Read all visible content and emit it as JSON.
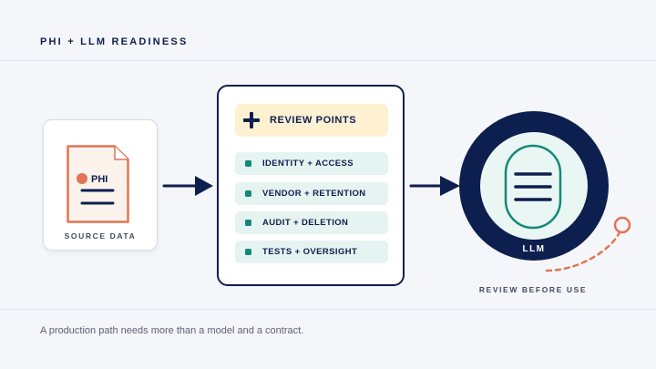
{
  "header": {
    "title": "PHI + LLM READINESS"
  },
  "source": {
    "document_badge": "PHI",
    "label": "SOURCE DATA",
    "icon": "document-icon"
  },
  "review": {
    "title": "REVIEW POINTS",
    "icon": "plus-icon",
    "items": [
      {
        "label": "IDENTITY + ACCESS"
      },
      {
        "label": "VENDOR + RETENTION"
      },
      {
        "label": "AUDIT + DELETION"
      },
      {
        "label": "TESTS + OVERSIGHT"
      }
    ]
  },
  "llm": {
    "label": "LLM",
    "caption": "REVIEW BEFORE USE",
    "icon": "llm-capsule-icon"
  },
  "footer": {
    "text": "A production path needs more than a model and a contract."
  },
  "colors": {
    "navy": "#0d1f4f",
    "teal": "#14897a",
    "teal_light": "#e6f4f1",
    "orange": "#e07555",
    "highlight": "#fdf1d2",
    "background": "#f5f6fa"
  }
}
